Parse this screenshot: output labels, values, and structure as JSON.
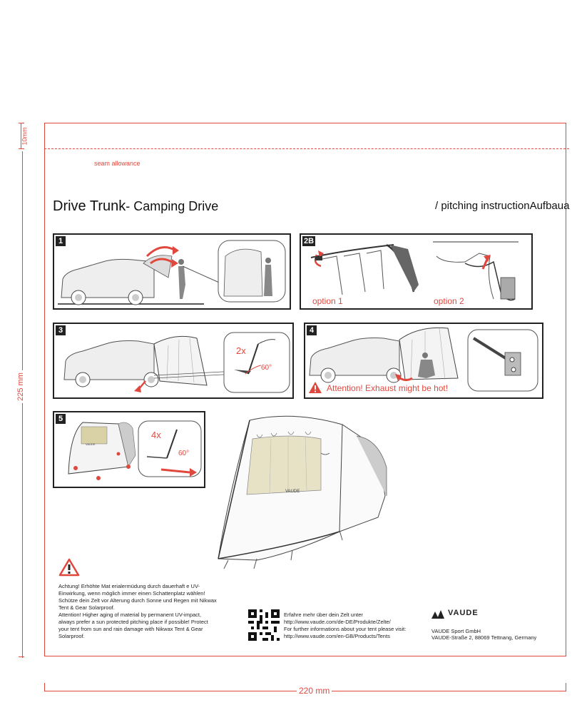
{
  "dimensions": {
    "left_top": "10mm",
    "left": "225 mm",
    "bottom": "220 mm"
  },
  "header": {
    "seam_label": "seam allowance",
    "title_main": "Drive Trunk",
    "title_sub": "- Camping Drive",
    "pitching": "/ pitching instructionAufbaua"
  },
  "steps": [
    {
      "number": "1"
    },
    {
      "number": "2",
      "label": "2B",
      "option1": "option 1",
      "option2": "option 2"
    },
    {
      "number": "3",
      "count": "2x",
      "angle": "60°"
    },
    {
      "number": "4",
      "warning": "Attention! Exhaust might be hot!"
    },
    {
      "number": "5",
      "count": "4x",
      "angle": "60°",
      "tent_logo": "VAUDE"
    }
  ],
  "warning": {
    "de": "Achtung! Erhöhte Mat erialermüdung durch dauerhaft e UV-Einwirkung, wenn möglich immer einen Schattenplatz wählen! Schütze dein Zelt vor Alterung durch Sonne und Regen mit Nikwax Tent & Gear Solarproof.",
    "en": "Attention! Higher aging of material by permanent UV-impact, always prefer a sun protected pitching place if possible! Protect your tent from sun and rain damage with Nikwax Tent & Gear Solarproof."
  },
  "web": {
    "line1": "Erfahre mehr über dein Zelt unter",
    "line2": "http://www.vaude.com/de-DE/Produkte/Zelte/",
    "line3": "For further informations about your tent please visit:",
    "line4": "http://www.vaude.com/en-GB/Products/Tents"
  },
  "company": {
    "logo": "VAUDE",
    "name": "VAUDE Sport GmbH",
    "address": "VAUDE-Straße 2, 88069 Tettnang, Germany"
  },
  "colors": {
    "accent": "#e0483e",
    "line": "#222222"
  }
}
